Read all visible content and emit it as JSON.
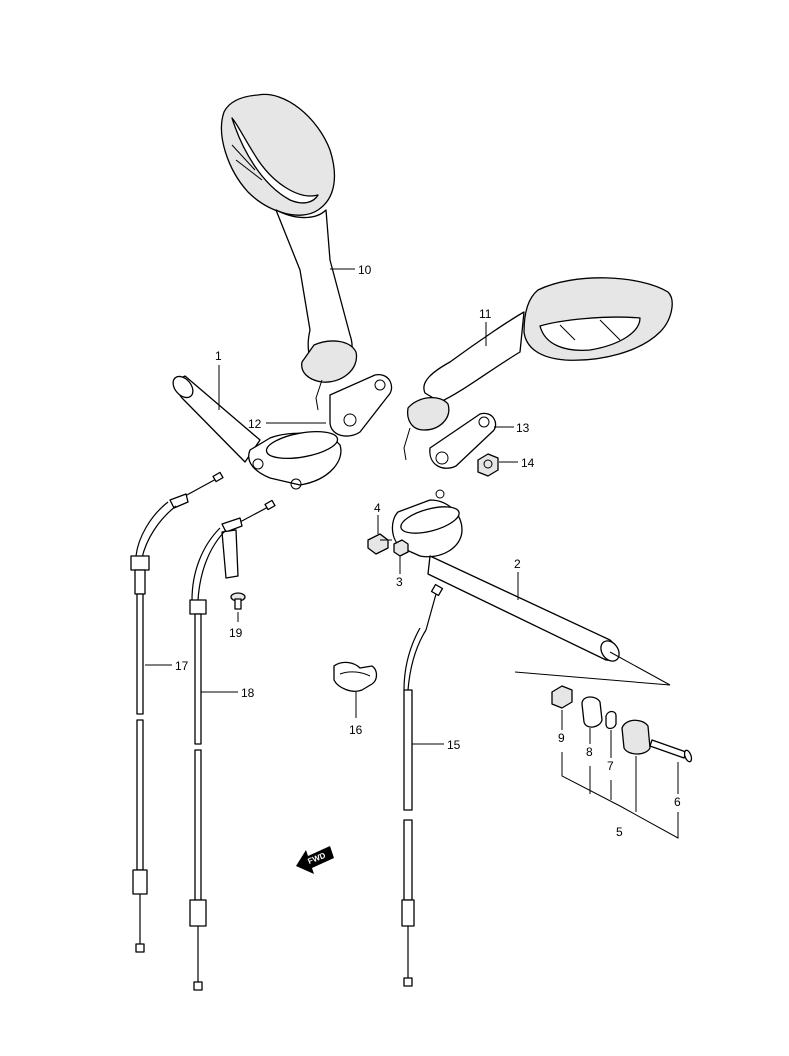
{
  "callouts": {
    "p1": "1",
    "p2": "2",
    "p3": "3",
    "p4": "4",
    "p5": "5",
    "p6": "6",
    "p7": "7",
    "p8": "8",
    "p9": "9",
    "p10": "10",
    "p11": "11",
    "p12": "12",
    "p13": "13",
    "p14": "14",
    "p15": "15",
    "p16": "16",
    "p17": "17",
    "p18": "18",
    "p19": "19"
  },
  "fwd_label": "FWD"
}
